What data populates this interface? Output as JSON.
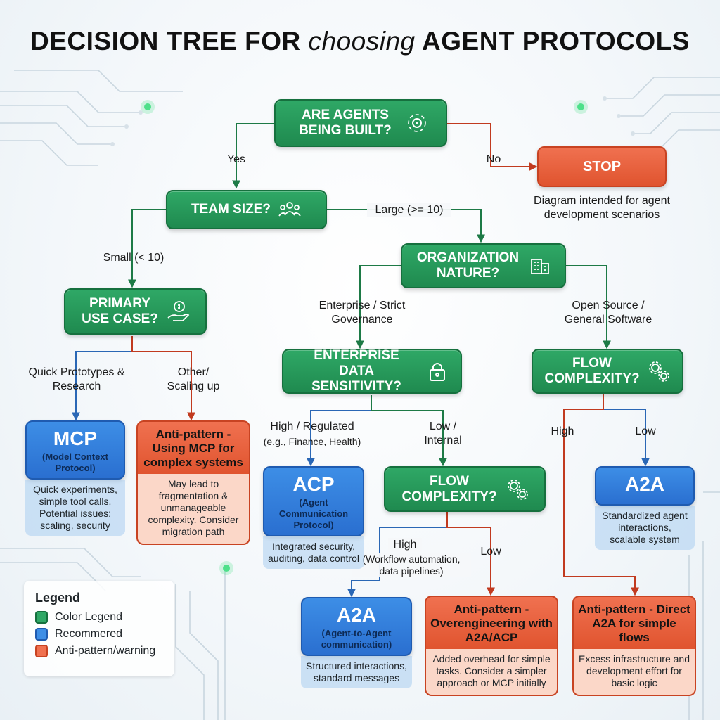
{
  "title": {
    "part1": "DECISION TREE FOR ",
    "part2": "choosing",
    "part3": " AGENT PROTOCOLS"
  },
  "colors": {
    "question": "#1f8a4f",
    "recommended": "#2a6fd0",
    "anti": "#e0542f",
    "edge_green": "#1d7a46",
    "edge_blue": "#2a67b5",
    "edge_red": "#c13a1f"
  },
  "nodes": {
    "root": {
      "text": "ARE AGENTS BEING BUILT?",
      "icon": "target-gear-icon"
    },
    "stop": {
      "text": "STOP",
      "note": "Diagram intended for agent development scenarios"
    },
    "team_size": {
      "text": "TEAM SIZE?",
      "icon": "team-icon"
    },
    "org_nature": {
      "text": "ORGANIZATION NATURE?",
      "icon": "building-icon"
    },
    "primary_use": {
      "text": "PRIMARY USE CASE?",
      "icon": "money-hand-icon"
    },
    "enterprise_sensitivity": {
      "text": "ENTERPRISE DATA SENSITIVITY?",
      "icon": "lock-icon"
    },
    "flow_complexity_right": {
      "text": "FLOW COMPLEXITY?",
      "icon": "gears-icon"
    },
    "flow_complexity_mid": {
      "text": "FLOW COMPLEXITY?",
      "icon": "gears-icon"
    }
  },
  "edge_labels": {
    "yes": "Yes",
    "no": "No",
    "large": "Large (>= 10)",
    "small": "Small (< 10)",
    "enterprise": "Enterprise / Strict Governance",
    "open_source": "Open Source / General Software",
    "quick": "Quick Prototypes & Research",
    "other": "Other/ Scaling up",
    "high_regulated": "High / Regulated",
    "high_regulated_sub": "(e.g., Finance, Health)",
    "low_internal": "Low / Internal",
    "high_right": "High",
    "low_right": "Low",
    "high_mid": "High",
    "high_mid_sub": "(Workflow automation, data pipelines)",
    "low_mid": "Low"
  },
  "outcomes": {
    "mcp": {
      "name": "MCP",
      "full": "(Model Context Protocol)",
      "desc": "Quick experiments, simple tool calls. Potential issues: scaling, security"
    },
    "anti_mcp": {
      "title": "Anti-pattern - Using MCP for complex systems",
      "desc": "May lead to fragmentation & unmanageable complexity. Consider migration path"
    },
    "acp": {
      "name": "ACP",
      "full": "(Agent Communication Protocol)",
      "desc": "Integrated security, auditing, data control"
    },
    "a2a_right": {
      "name": "A2A",
      "desc": "Standardized agent interactions, scalable system"
    },
    "a2a_bottom": {
      "name": "A2A",
      "full": "(Agent-to-Agent communication)",
      "desc": "Structured interactions, standard messages"
    },
    "anti_over": {
      "title": "Anti-pattern - Overengineering with A2A/ACP",
      "desc": "Added overhead for simple tasks. Consider a simpler approach or MCP initially"
    },
    "anti_direct": {
      "title": "Anti-pattern - Direct A2A for simple flows",
      "desc": "Excess infrastructure and development effort for basic logic"
    }
  },
  "legend": {
    "title": "Legend",
    "items": [
      {
        "label": "Color Legend",
        "color": "#1f8a4f"
      },
      {
        "label": "Recommered",
        "color": "#2a6fd0"
      },
      {
        "label": "Anti-pattern/warning",
        "color": "#e0542f"
      }
    ]
  }
}
